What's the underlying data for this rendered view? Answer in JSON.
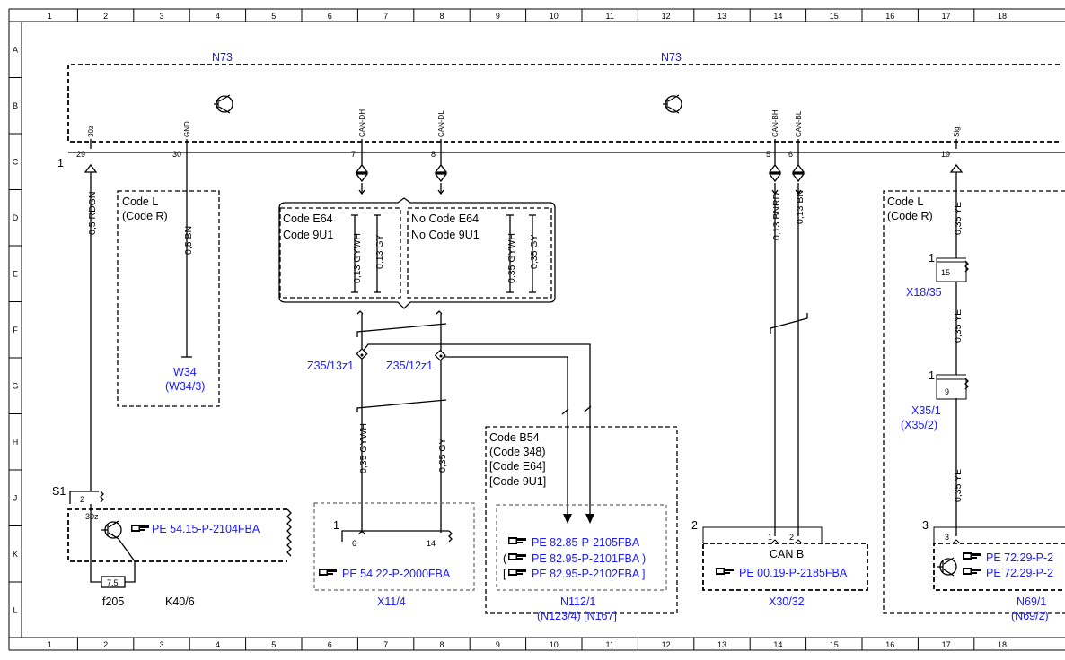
{
  "frame": {
    "cols": [
      "1",
      "2",
      "3",
      "4",
      "5",
      "6",
      "7",
      "8",
      "9",
      "10",
      "11",
      "12",
      "13",
      "14",
      "15",
      "16",
      "17",
      "18"
    ],
    "rows": [
      "A",
      "B",
      "C",
      "D",
      "E",
      "F",
      "G",
      "H",
      "J",
      "K",
      "L"
    ]
  },
  "module_box": {
    "label_left": "N73",
    "label_right": "N73",
    "connector_number": "1"
  },
  "pins": [
    {
      "number": "29",
      "signal": "30z"
    },
    {
      "number": "30",
      "signal": "GND"
    },
    {
      "number": "7",
      "signal": "CAN-DH"
    },
    {
      "number": "8",
      "signal": "CAN-DL"
    },
    {
      "number": "5",
      "signal": "CAN-BH"
    },
    {
      "number": "6",
      "signal": "CAN-BL"
    },
    {
      "number": "19",
      "signal": "Sig"
    }
  ],
  "wires": [
    {
      "id": "w29",
      "label": "0,5 RDGN"
    },
    {
      "id": "w30",
      "label": "0,5 BN"
    },
    {
      "id": "wE64a",
      "label": "0,13 GYWH"
    },
    {
      "id": "wE64b",
      "label": "0,13 GY"
    },
    {
      "id": "wNoE64a",
      "label": "0,35 GYWH"
    },
    {
      "id": "wNoE64b",
      "label": "0,35 GY"
    },
    {
      "id": "wCanB_H",
      "label": "0,13 BNRD"
    },
    {
      "id": "wCanB_L",
      "label": "0,13 BN"
    },
    {
      "id": "wSig1",
      "label": "0,35 YE"
    },
    {
      "id": "wSig2",
      "label": "0,35 YE"
    },
    {
      "id": "wSig3",
      "label": "0,35 YE"
    },
    {
      "id": "wLow_a",
      "label": "0,35 GYWH"
    },
    {
      "id": "wLow_b",
      "label": "0,35 GY"
    }
  ],
  "code_boxes": {
    "left": {
      "line1": "Code L",
      "line2": "(Code R)"
    },
    "e64": {
      "line1": "Code E64",
      "line2": "Code 9U1"
    },
    "no_e64": {
      "line1": "No Code E64",
      "line2": "No Code 9U1"
    },
    "right": {
      "line1": "Code L",
      "line2": "(Code R)"
    },
    "b54": {
      "line1": "Code B54",
      "line2": "(Code 348)",
      "line3": "[Code E64]",
      "line4": "[Code 9U1]"
    }
  },
  "components": {
    "w34": {
      "name": "W34",
      "alt": "(W34/3)"
    },
    "z35_13": {
      "name": "Z35/13z1"
    },
    "z35_12": {
      "name": "Z35/12z1"
    },
    "s1": {
      "name": "S1",
      "pin_top": "2",
      "pin_sub": "30z"
    },
    "k40": {
      "ref": "PE 54.15-P-2104FBA",
      "fuse": "7,5",
      "fuse_name": "f205",
      "name": "K40/6"
    },
    "x11_4": {
      "ref": "PE 54.22-P-2000FBA",
      "name": "X11/4",
      "conn": "1",
      "pin_a": "6",
      "pin_b": "14"
    },
    "n112": {
      "ref1": "PE 82.85-P-2105FBA",
      "ref2": "PE 82.95-P-2101FBA )",
      "ref3": "PE 82.95-P-2102FBA ]",
      "ref3_pre": "[",
      "name": "N112/1",
      "alt": "(N123/4) [N167]"
    },
    "x30_32": {
      "ref": "PE 00.19-P-2185FBA",
      "name": "X30/32",
      "conn": "2",
      "pin_a": "1",
      "pin_b": "2",
      "bus": "CAN B"
    },
    "x18_35": {
      "name": "X18/35",
      "conn": "1",
      "pin": "15"
    },
    "x35_1": {
      "name": "X35/1",
      "alt": "(X35/2)",
      "conn": "1",
      "pin": "9"
    },
    "n69": {
      "ref1": "PE 72.29-P-2",
      "ref2": "PE 72.29-P-2",
      "name": "N69/1",
      "alt": "(N69/2)",
      "conn": "3",
      "pin": "3"
    }
  },
  "colors": {
    "reference_blue": "#1a1aff",
    "line": "#000000",
    "shield_gray": "#666666"
  },
  "icons": [
    "transistor-icon",
    "pointing-hand-icon",
    "resistor-icon",
    "arrow-down-icon",
    "twisted-pair-icon"
  ]
}
